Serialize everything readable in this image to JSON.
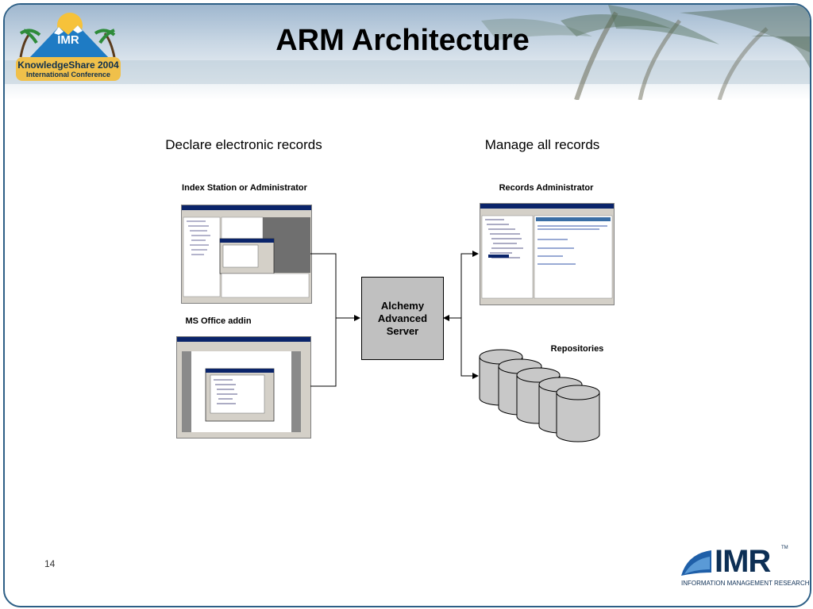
{
  "slide": {
    "title": "ARM Architecture",
    "page_number": "14"
  },
  "conference_logo": {
    "brand": "IMR",
    "line1": "KnowledgeShare 2004",
    "line2": "International Conference"
  },
  "diagram": {
    "left_heading": "Declare electronic records",
    "right_heading": "Manage all records",
    "index_station_caption": "Index Station or Administrator",
    "records_admin_caption": "Records Administrator",
    "ms_office_caption": "MS Office addin",
    "server_label": "Alchemy\nAdvanced\nServer",
    "repositories_caption": "Repositories"
  },
  "company_logo": {
    "name": "IMR",
    "trademark": "TM",
    "tagline": "INFORMATION MANAGEMENT RESEARCH"
  },
  "colors": {
    "frame": "#2d5f86",
    "server_fill": "#c0c0c0",
    "cylinder_fill": "#c8c8c8",
    "logo_navy": "#0d2f55"
  }
}
